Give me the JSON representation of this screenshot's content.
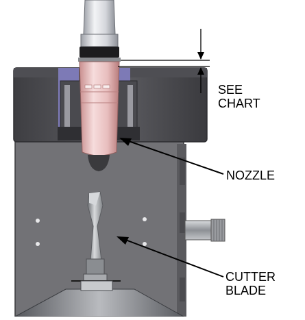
{
  "labels": {
    "see_chart_line1": "SEE",
    "see_chart_line2": "CHART",
    "nozzle": "NOZZLE",
    "cutter_line1": "CUTTER",
    "cutter_line2": "BLADE"
  },
  "colors": {
    "background": "#ffffff",
    "housing_dark": "#4a4a4e",
    "housing_mid": "#5c5c61",
    "plate_gray": "#76767a",
    "accent_purple": "#7b78b8",
    "nozzle_pink": "#e9c7c6",
    "hose_light": "#d9dbe0",
    "blade_metal": "#a9acb0",
    "callout_line": "#000000"
  },
  "icons": {
    "dimension_arrows": "dimension-arrows-icon",
    "leader_arrow": "leader-arrow-icon"
  }
}
